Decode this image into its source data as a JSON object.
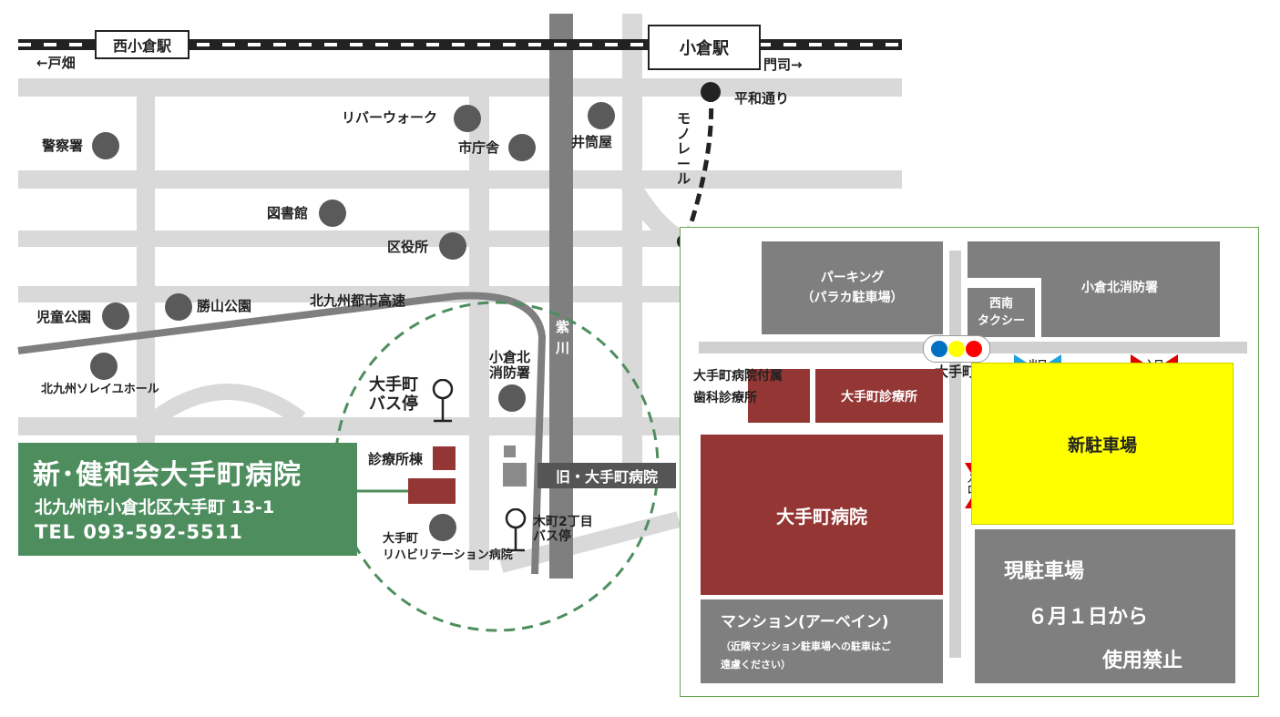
{
  "stations": {
    "nishikokura": "西小倉駅",
    "kokura": "小倉駅",
    "left_direction": "←戸畑",
    "right_direction": "門司→"
  },
  "monorail": {
    "label": "モノレール",
    "station": "平和通り"
  },
  "landmarks": {
    "police": "警察署",
    "riverwalk": "リバーウォーク",
    "city_hall": "市庁舎",
    "izutsuya": "井筒屋",
    "library": "図書館",
    "ward_office": "区役所",
    "children_park": "児童公園",
    "katsuyama_park": "勝山公園",
    "expressway": "北九州都市高速",
    "soleil_hall": "北九州ソレイユホール",
    "fire_station": "小倉北\n消防署",
    "river": "紫\n川",
    "otemachi_bus": "大手町\nバス停",
    "clinic_bldg": "診療所棟",
    "old_hospital": "旧・大手町病院",
    "kimachi_bus": "木町2丁目\nバス停",
    "rehab": "大手町\nリハビリテーション病院"
  },
  "hospital": {
    "name": "新･健和会大手町病院",
    "address": "北九州市小倉北区大手町 13-1",
    "tel": "TEL 093-592-5511"
  },
  "inset": {
    "parking_top": "パーキング\n（パラカ駐車場）",
    "fire_station": "小倉北消防署",
    "taxi": "西南\nタクシー",
    "intersection": "大手町",
    "dental_clinic": "大手町病院付属\n歯科診療所",
    "otemachi_clinic": "大手町診療所",
    "new_parking": "新駐車場",
    "hospital": "大手町病院",
    "mansion": "マンション(アーベイン)",
    "mansion_note": "（近隣マンション駐車場への駐車はご\n遠慮ください）",
    "current_parking": "現駐車場",
    "current_parking_date": "６月１日から",
    "current_parking_notice": "使用禁止",
    "exit_label": "出口",
    "entrance_label": "入口",
    "entrance_vertical": "入\n口"
  },
  "colors": {
    "map_green": "#4e8e5e",
    "hospital_red": "#943634",
    "parking_yellow": "#ffff00",
    "block_gray": "#7f7f7f",
    "entrance_red": "#e00000",
    "exit_blue": "#1fa2e0"
  },
  "icons": [
    "bus-stop-icon",
    "traffic-signal-icon",
    "entrance-arrow-icon",
    "exit-arrow-icon",
    "landmark-dot-icon"
  ]
}
